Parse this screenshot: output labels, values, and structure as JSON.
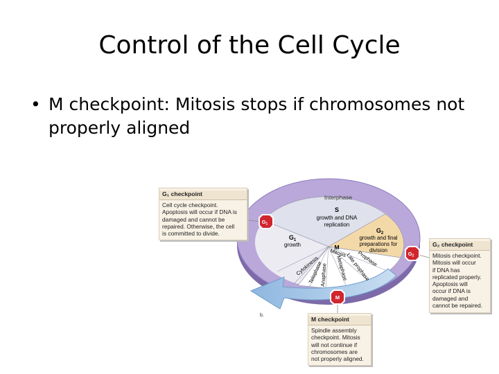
{
  "slide": {
    "title": "Control of the Cell Cycle",
    "bullet_marker": "•",
    "bullet_text": "M checkpoint: Mitosis stops if chromosomes not properly aligned"
  },
  "diagram": {
    "ring_label": "Interphase",
    "s_phase": {
      "name": "S",
      "desc1": "growth and DNA",
      "desc2": "replication"
    },
    "g1_phase": {
      "name": "G",
      "sub": "1",
      "desc": "growth"
    },
    "g2_phase": {
      "name": "G",
      "sub": "2",
      "desc1": "growth and final",
      "desc2": "preparations for",
      "desc3": "division"
    },
    "m_phase": {
      "name": "M",
      "desc": "Mitosis"
    },
    "mitosis_phases": [
      "Cytokinesis",
      "Telophase",
      "Anaphase",
      "Metaphase",
      "Late prophase",
      "Prophase"
    ],
    "checkpoint_badges": {
      "g1": "G",
      "g1_sub": "1",
      "g2": "G",
      "g2_sub": "2",
      "m": "M"
    },
    "panel_label": "b.",
    "colors": {
      "ring": "#b7a6d6",
      "ring_dark": "#8f7cbf",
      "s_fill": "#dfe1ec",
      "g1_fill": "#ecebf2",
      "g2_fill": "#f4d9a8",
      "m_fill": "#ffffff",
      "arrow": "#9cc3e6",
      "badge": "#d0262d"
    }
  },
  "callouts": {
    "g1": {
      "title": "G₁ checkpoint",
      "lines": [
        "Cell cycle checkpoint.",
        "Apoptosis will occur if DNA is",
        "damaged and cannot be",
        "repaired. Otherwise, the cell",
        "is committed to divide."
      ]
    },
    "g2": {
      "title": "G₂ checkpoint",
      "lines": [
        "Mitosis checkpoint.",
        "Mitosis will occur",
        "if DNA has",
        "replicated properly.",
        "Apoptosis will",
        "occur if DNA is",
        "damaged and",
        "cannot be repaired."
      ]
    },
    "m": {
      "title": "M checkpoint",
      "lines": [
        "Spindle assembly",
        "checkpoint. Mitosis",
        "will not continue if",
        "chromosomes are",
        "not properly aligned."
      ]
    }
  }
}
